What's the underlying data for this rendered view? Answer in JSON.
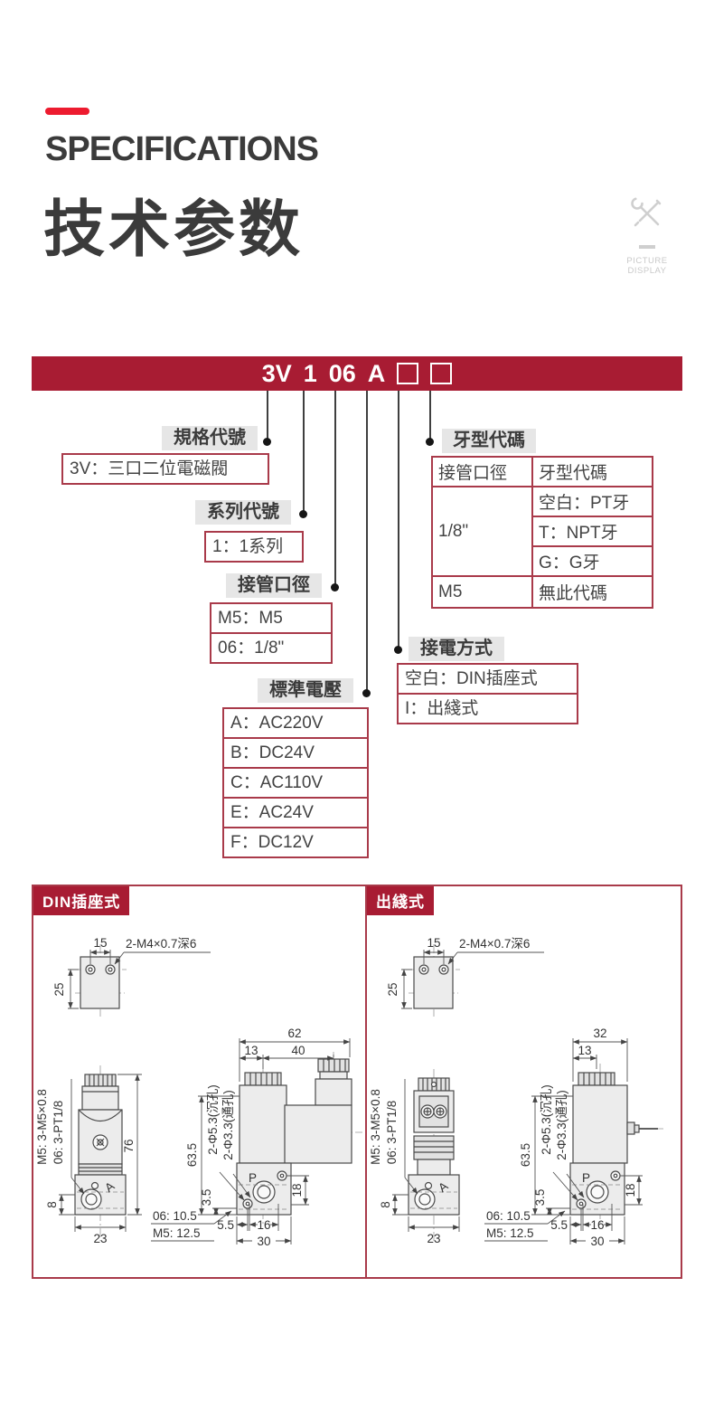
{
  "colors": {
    "accent_red": "#ed1b2f",
    "banner_red": "#a81c33",
    "box_border_red": "#a93a4a",
    "label_bg": "#e6e6e6",
    "text_dark": "#3b3b3b",
    "watermark_gray": "#c9c9c9"
  },
  "header": {
    "title_en": "SPECIFICATIONS",
    "title_cn": "技术参数",
    "watermark_icon": "crossed-tools-icon",
    "watermark_line1": "PICTURE",
    "watermark_line2": "DISPLAY"
  },
  "model_banner": {
    "code_parts": [
      "3V",
      "1",
      "06",
      "A"
    ],
    "placeholder_boxes": 2
  },
  "callouts": {
    "spec": {
      "label": "規格代號",
      "rows": [
        "3V：三口二位電磁閥"
      ]
    },
    "series": {
      "label": "系列代號",
      "rows": [
        "1：1系列"
      ]
    },
    "port": {
      "label": "接管口徑",
      "rows": [
        "M5：M5",
        "06：1/8\""
      ]
    },
    "voltage": {
      "label": "標準電壓",
      "rows": [
        "A：AC220V",
        "B：DC24V",
        "C：AC110V",
        "E：AC24V",
        "F：DC12V"
      ]
    },
    "wiring": {
      "label": "接電方式",
      "rows": [
        "空白：DIN插座式",
        "I：出綫式"
      ]
    },
    "thread": {
      "label": "牙型代碼",
      "table": {
        "headers": [
          "接管口徑",
          "牙型代碼"
        ],
        "row_1_port": "1/8\"",
        "row_1_codes": [
          "空白：PT牙",
          "T：NPT牙",
          "G：G牙"
        ],
        "row_2_port": "M5",
        "row_2_code": "無此代碼"
      }
    }
  },
  "drawings": {
    "left": {
      "tag": "DIN插座式",
      "top_view": {
        "dim_w": "15",
        "dim_h": "25",
        "thread_note": "2-M4×0.7深6"
      },
      "front": {
        "thread_top": "M5: 3-M5×0.8",
        "thread_side": "06: 3-PT1/8",
        "dim_h": "76",
        "dim_8": "8",
        "dim_w": "23",
        "port_a": "A"
      },
      "side": {
        "dim_w": "62",
        "dim_13": "13",
        "dim_40": "40",
        "dim_h": "63.5",
        "hole_1": "2-Φ5.3(沉孔)",
        "hole_2": "2-Φ3.3(通孔)",
        "dim_35": "3.5",
        "dim_18": "18",
        "dim_55": "5.5",
        "dim_16": "16",
        "dim_30": "30",
        "port_p": "P",
        "note_1": "06: 10.5",
        "note_2": "M5: 12.5"
      }
    },
    "right": {
      "tag": "出綫式",
      "top_view": {
        "dim_w": "15",
        "dim_h": "25",
        "thread_note": "2-M4×0.7深6"
      },
      "front": {
        "thread_top": "M5: 3-M5×0.8",
        "thread_side": "06: 3-PT1/8",
        "dim_8": "8",
        "dim_w": "23",
        "port_a": "A"
      },
      "side": {
        "dim_w": "32",
        "dim_13": "13",
        "dim_h": "63.5",
        "hole_1": "2-Φ5.3(沉孔)",
        "hole_2": "2-Φ3.3(通孔)",
        "dim_35": "3.5",
        "dim_18": "18",
        "dim_55": "5.5",
        "dim_16": "16",
        "dim_30": "30",
        "port_p": "P",
        "note_1": "06: 10.5",
        "note_2": "M5: 12.5"
      }
    }
  }
}
